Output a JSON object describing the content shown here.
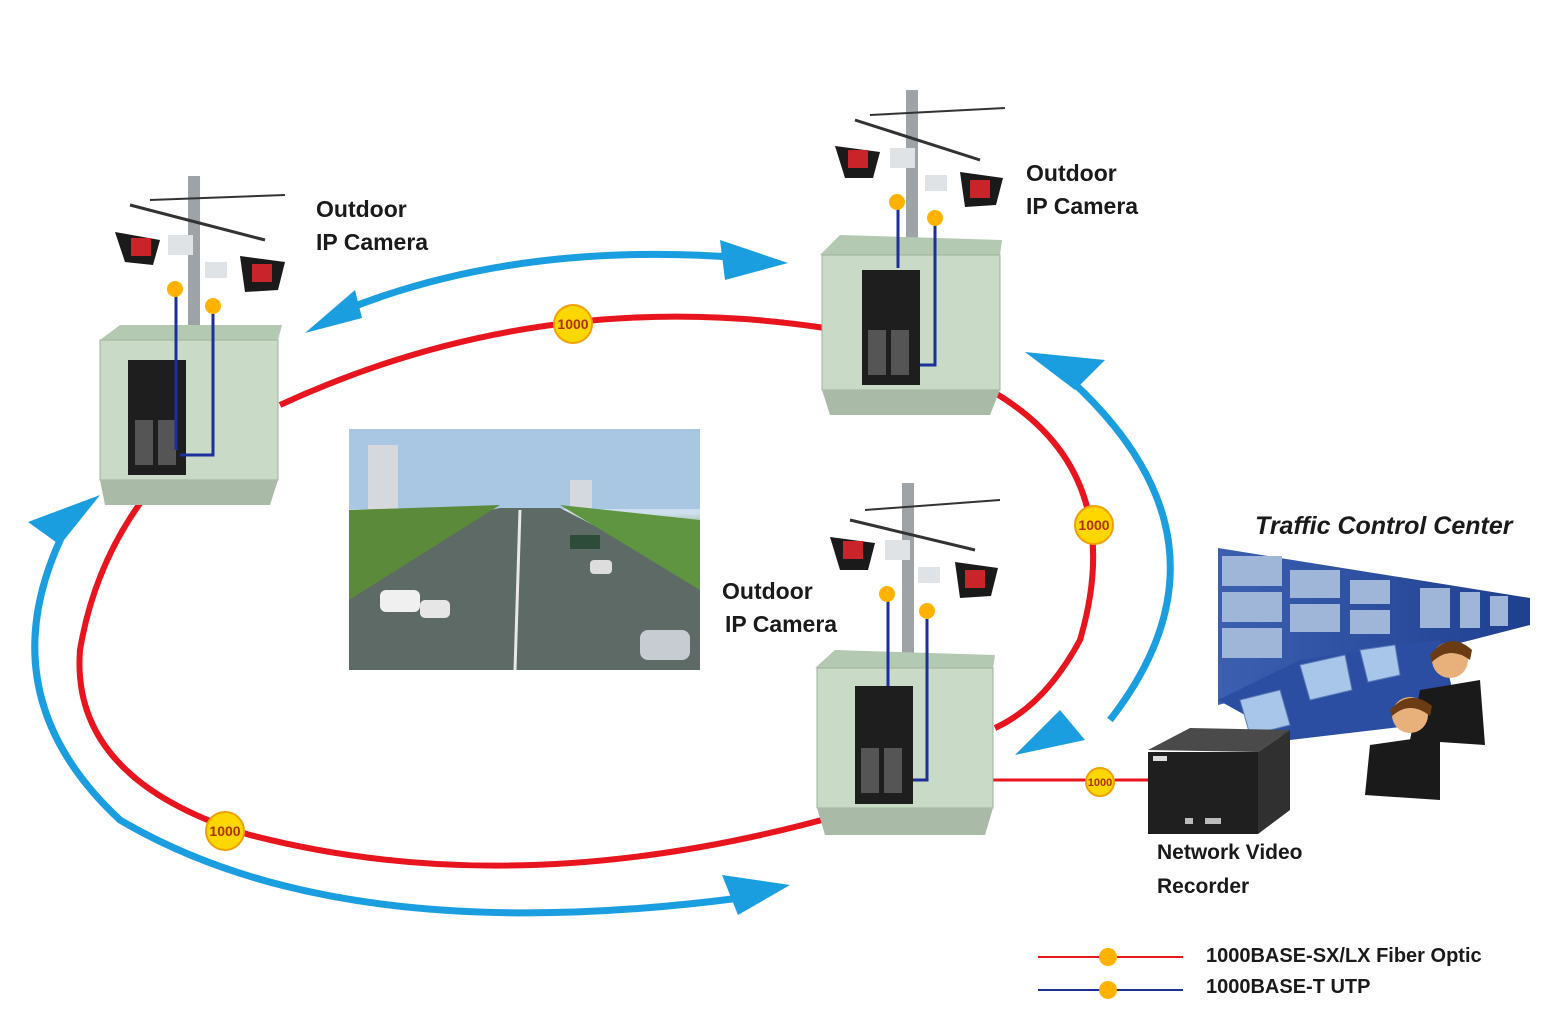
{
  "cameras": [
    {
      "line1": "Outdoor",
      "line2": "IP Camera"
    },
    {
      "line1": "Outdoor",
      "line2": "IP Camera"
    },
    {
      "line1": "Outdoor",
      "line2": "IP Camera"
    }
  ],
  "control_center": {
    "title": "Traffic Control Center"
  },
  "nvr": {
    "line1": "Network Video",
    "line2": "Recorder"
  },
  "links": {
    "badge": "1000"
  },
  "legend": {
    "fiber_label": "1000BASE-SX/LX Fiber Optic",
    "utp_label": "1000BASE-T UTP"
  },
  "colors": {
    "fiber": "#e8141e",
    "utp": "#1c2f9a",
    "arrow": "#1b9ee0",
    "cabinet": "#c9dac6",
    "badge": "#ffd700"
  }
}
